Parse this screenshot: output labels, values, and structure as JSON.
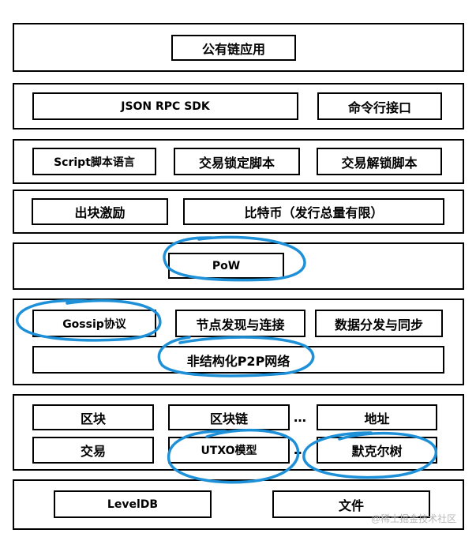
{
  "layers": {
    "public_app": {
      "label": "公有链应用"
    },
    "interface": {
      "items": [
        "JSON RPC SDK",
        "命令行接口"
      ]
    },
    "script": {
      "items": [
        "Script脚本语言",
        "交易锁定脚本",
        "交易解锁脚本"
      ]
    },
    "incentive": {
      "items": [
        "出块激励",
        "比特币（发行总量有限）"
      ]
    },
    "consensus": {
      "items": [
        "PoW"
      ]
    },
    "network": {
      "items": [
        "Gossip协议",
        "节点发现与连接",
        "数据分发与同步",
        "非结构化P2P网络"
      ]
    },
    "data": {
      "row1": [
        "区块",
        "区块链",
        "地址"
      ],
      "row2": [
        "交易",
        "UTXO模型",
        "默克尔树"
      ],
      "ellipsis": "…"
    },
    "storage": {
      "items": [
        "LevelDB",
        "文件"
      ]
    }
  },
  "highlight_color": "#1e90d8",
  "watermark": "@稀土掘金技术社区"
}
